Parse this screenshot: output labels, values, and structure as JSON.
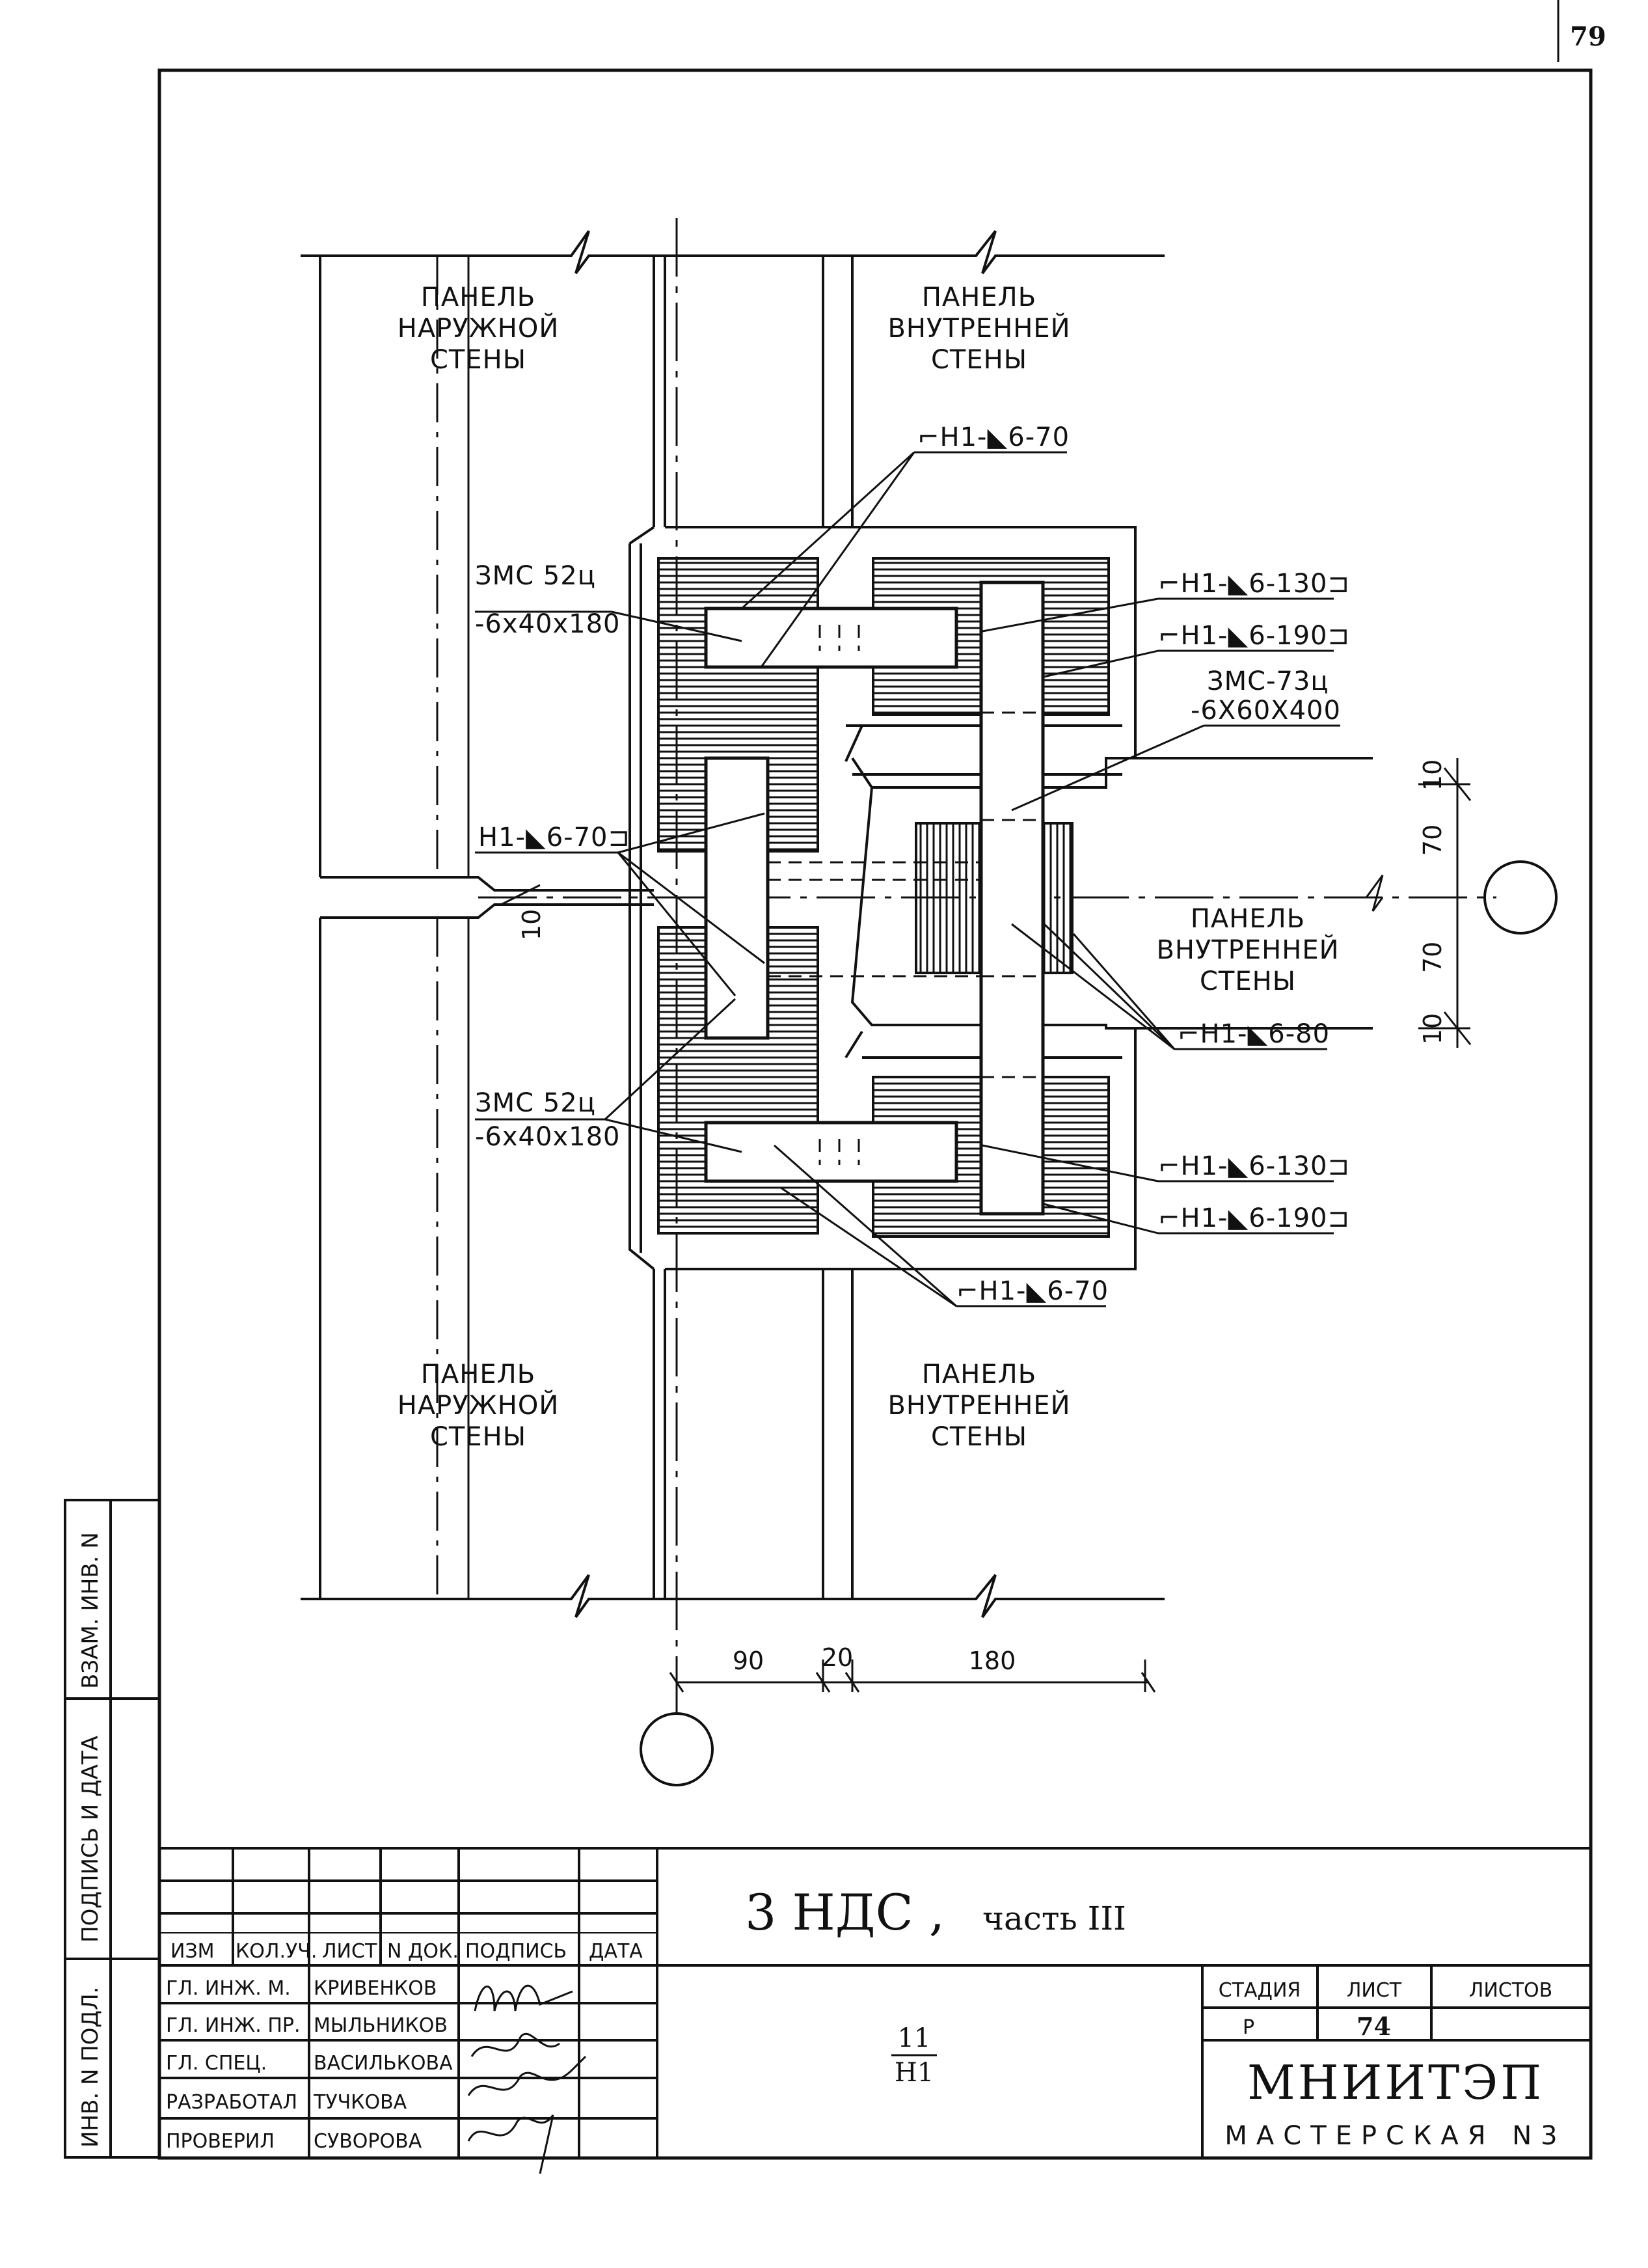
{
  "sheet": {
    "page_corner_number": "79"
  },
  "drawing": {
    "panel_outer_top": [
      "ПАНЕЛЬ",
      "НАРУЖНОЙ",
      "СТЕНЫ"
    ],
    "panel_inner_top": [
      "ПАНЕЛЬ",
      "ВНУТРЕННЕЙ",
      "СТЕНЫ"
    ],
    "panel_inner_right": [
      "ПАНЕЛЬ",
      "ВНУТРЕННЕЙ",
      "СТЕНЫ"
    ],
    "panel_outer_bottom": [
      "ПАНЕЛЬ",
      "НАРУЖНОЙ",
      "СТЕНЫ"
    ],
    "panel_inner_bottom": [
      "ПАНЕЛЬ",
      "ВНУТРЕННЕЙ",
      "СТЕНЫ"
    ],
    "callout_top_weld": "⌐Н1-◣6-70",
    "plate_top_mark": "ЗМС 52ц",
    "plate_top_size": "-6х40х180",
    "callout_right_130_top": "⌐Н1-◣6-130⊐",
    "callout_right_190_top": "⌐Н1-◣6-190⊐",
    "plate_center_mark": "ЗМС-73ц",
    "plate_center_size": "-6Х60Х400",
    "callout_left_mid": "Н1-◣6-70⊐",
    "callout_right_80": "⌐Н1-◣6-80",
    "plate_bottom_mark": "ЗМС 52ц",
    "plate_bottom_size": "-6х40х180",
    "callout_right_130_bottom": "⌐Н1-◣6-130⊐",
    "callout_right_190_bottom": "⌐Н1-◣6-190⊐",
    "callout_bottom_weld": "⌐Н1-◣6-70",
    "dim_right_10_top": "10",
    "dim_right_70_top": "70",
    "dim_right_70_bottom": "70",
    "dim_right_10_bottom": "10",
    "dim_left_gap": "10",
    "dim_bottom_90": "90",
    "dim_bottom_20": "20",
    "dim_bottom_180": "180"
  },
  "side_stamp": {
    "vzam_inv": "ВЗАМ. ИНВ. N",
    "podpis_data": "ПОДПИСЬ И ДАТА",
    "inv_podl": "ИНВ. N ПОДЛ."
  },
  "title_block": {
    "headers": [
      "ИЗМ",
      "КОЛ.УЧ.",
      "ЛИСТ",
      "N ДОК.",
      "ПОДПИСЬ",
      "ДАТА"
    ],
    "rows": [
      {
        "role": "ГЛ. ИНЖ. М.",
        "name": "КРИВЕНКОВ"
      },
      {
        "role": "ГЛ. ИНЖ. ПР.",
        "name": "МЫЛЬНИКОВ"
      },
      {
        "role": "ГЛ. СПЕЦ.",
        "name": "ВАСИЛЬКОВА"
      },
      {
        "role": "РАЗРАБОТАЛ",
        "name": "ТУЧКОВА"
      },
      {
        "role": "ПРОВЕРИЛ",
        "name": "СУВОРОВА"
      }
    ],
    "project_title_main": "3 НДС ,",
    "project_title_part": "часть III",
    "sheet_fraction_top": "11",
    "sheet_fraction_bottom": "Н1",
    "stage_label": "СТАДИЯ",
    "sheet_label": "ЛИСТ",
    "sheets_label": "ЛИСТОВ",
    "stage_value": "Р",
    "sheet_value": "74",
    "sheets_value": "",
    "org_name": "МНИИТЭП",
    "org_dept": "МАСТЕРСКАЯ N3"
  }
}
